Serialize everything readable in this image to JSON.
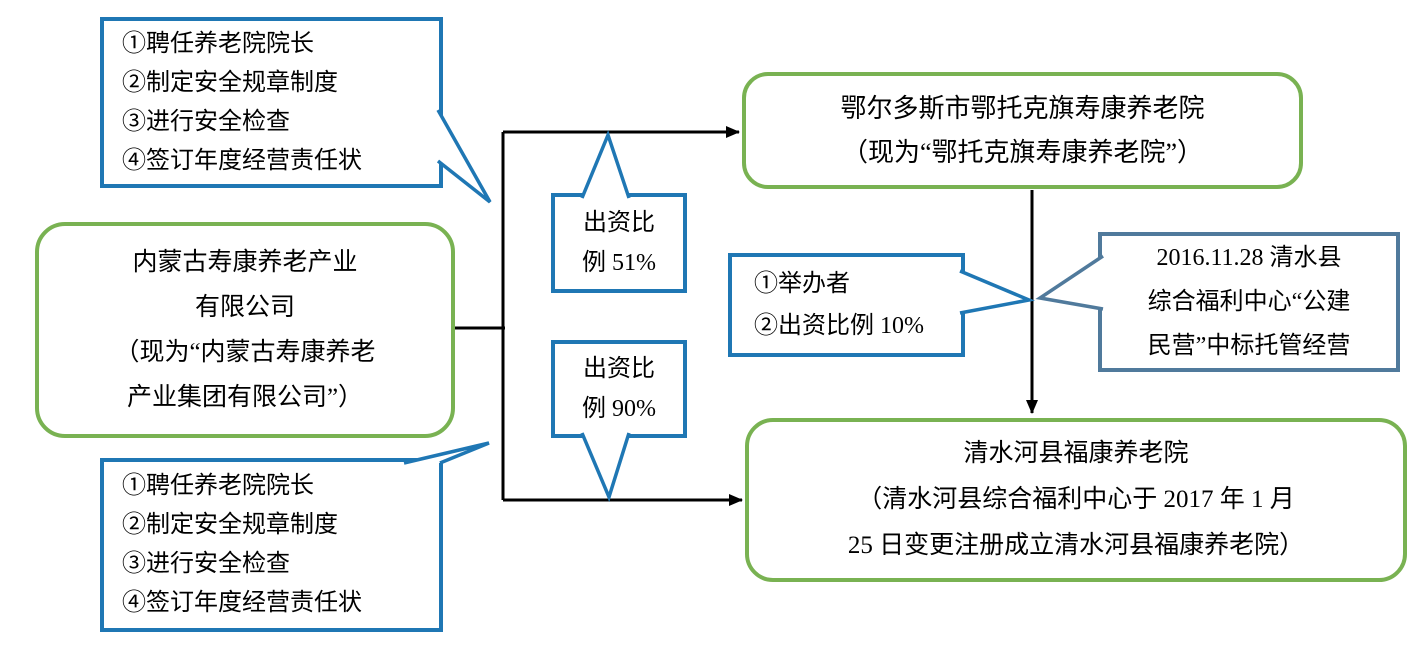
{
  "colors": {
    "blue": "#1F77B4",
    "steel_blue": "#507A9C",
    "green": "#79B252",
    "connector": "#000000"
  },
  "diagram": {
    "responsibilities": {
      "items": [
        "①聘任养老院院长",
        "②制定安全规章制度",
        "③进行安全检查",
        "④签订年度经营责任状"
      ]
    },
    "company": {
      "lines": [
        "内蒙古寿康养老产业",
        "有限公司",
        "（现为“内蒙古寿康养老",
        "产业集团有限公司”）"
      ]
    },
    "shoukang_home": {
      "lines": [
        "鄂尔多斯市鄂托克旗寿康养老院",
        "（现为“鄂托克旗寿康养老院”）"
      ]
    },
    "fukang_home": {
      "lines": [
        "清水河县福康养老院",
        "（清水河县综合福利中心于 2017 年 1 月",
        "25 日变更注册成立清水河县福康养老院）"
      ]
    },
    "ratio_51": {
      "lines": [
        "出资比",
        "例 51%"
      ]
    },
    "ratio_90": {
      "lines": [
        "出资比",
        "例 90%"
      ]
    },
    "founder": {
      "items": [
        "①举办者",
        "②出资比例 10%"
      ]
    },
    "bid_note": {
      "lines": [
        "2016.11.28 清水县",
        "综合福利中心“公建",
        "民营”中标托管经营"
      ]
    }
  }
}
